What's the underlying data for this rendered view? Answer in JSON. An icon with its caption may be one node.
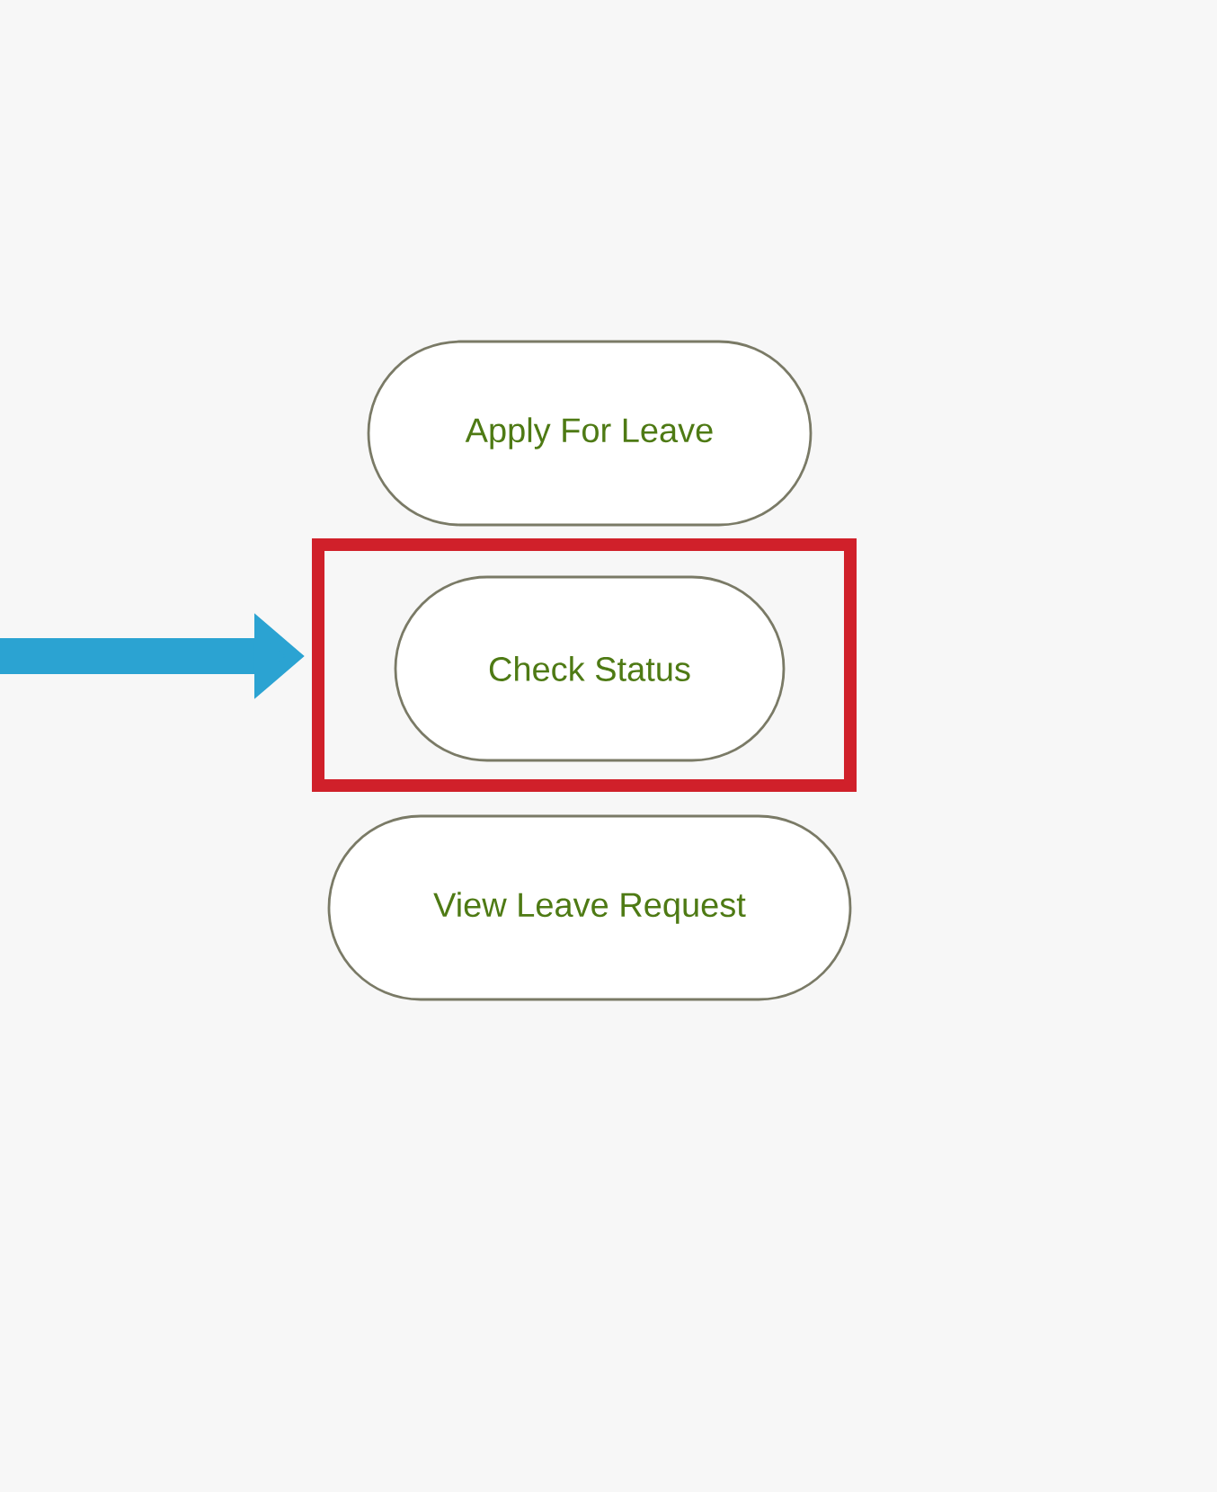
{
  "diagram": {
    "nodes": [
      {
        "text": [
          "Apply For Leave"
        ]
      },
      {
        "text": [],
        "shape": "box"
      },
      {
        "text": [
          "Check Status"
        ],
        "in": 1
      },
      {
        "text": [
          "View Leave Request"
        ]
      }
    ],
    "edges": [
      {
        "from": null,
        "to": 1,
        "arrow": "to",
        "color": "#2ba3d2"
      }
    ]
  }
}
